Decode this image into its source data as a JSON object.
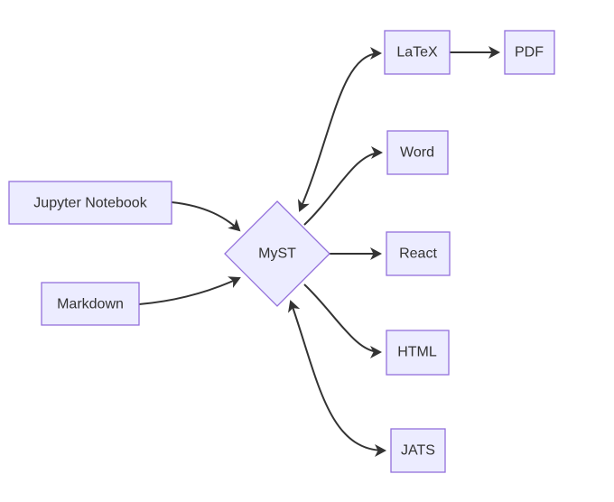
{
  "diagram": {
    "type": "flowchart",
    "direction": "left-to-right",
    "colors": {
      "background": "#ffffff",
      "node_fill": "#ECECFF",
      "node_border": "#9370DB",
      "edge": "#333333",
      "text": "#333333"
    },
    "nodes": [
      {
        "id": "jupyter",
        "label": "Jupyter Notebook",
        "shape": "rect"
      },
      {
        "id": "markdown",
        "label": "Markdown",
        "shape": "rect"
      },
      {
        "id": "myst",
        "label": "MyST",
        "shape": "diamond"
      },
      {
        "id": "latex",
        "label": "LaTeX",
        "shape": "rect"
      },
      {
        "id": "pdf",
        "label": "PDF",
        "shape": "rect"
      },
      {
        "id": "word",
        "label": "Word",
        "shape": "rect"
      },
      {
        "id": "react",
        "label": "React",
        "shape": "rect"
      },
      {
        "id": "html",
        "label": "HTML",
        "shape": "rect"
      },
      {
        "id": "jats",
        "label": "JATS",
        "shape": "rect"
      }
    ],
    "edges": [
      {
        "from": "jupyter",
        "to": "myst",
        "type": "arrow"
      },
      {
        "from": "markdown",
        "to": "myst",
        "type": "arrow"
      },
      {
        "from": "myst",
        "to": "latex",
        "type": "bidirectional"
      },
      {
        "from": "latex",
        "to": "pdf",
        "type": "arrow"
      },
      {
        "from": "myst",
        "to": "word",
        "type": "arrow"
      },
      {
        "from": "myst",
        "to": "react",
        "type": "arrow"
      },
      {
        "from": "myst",
        "to": "html",
        "type": "arrow"
      },
      {
        "from": "myst",
        "to": "jats",
        "type": "bidirectional"
      }
    ]
  }
}
